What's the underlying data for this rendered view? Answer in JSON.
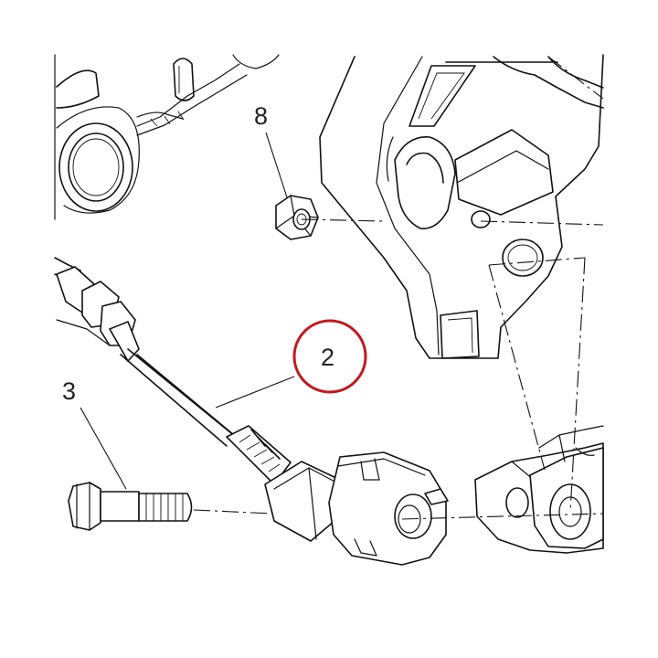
{
  "callouts": {
    "c8": "8",
    "c2": "2",
    "c3": "3"
  },
  "colors": {
    "highlight_ring": "#c4161c",
    "line": "#111111",
    "background": "#ffffff"
  }
}
